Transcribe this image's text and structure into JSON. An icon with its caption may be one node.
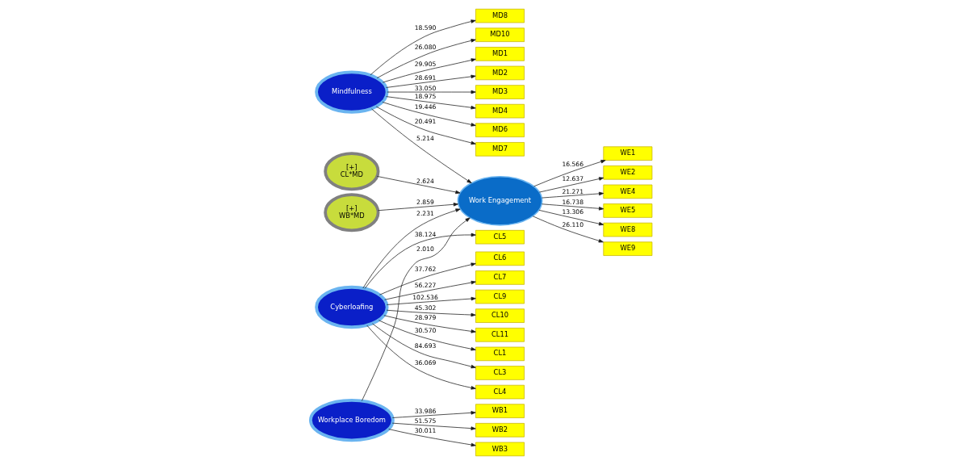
{
  "diagram": {
    "nodes": [
      {
        "text": [
          "MD1"
        ]
      },
      {
        "text": [
          "MD2"
        ]
      },
      {
        "text": [
          "MD3"
        ]
      },
      {
        "text": [
          "MD4"
        ]
      },
      {
        "text": [
          "MD6"
        ]
      },
      {
        "text": [
          "MD7"
        ]
      },
      {
        "text": [
          "MD8"
        ]
      },
      {
        "text": [
          "MD10"
        ]
      },
      {
        "text": [
          "[+]",
          "CL*MD"
        ]
      },
      {
        "text": [
          "WE1"
        ]
      },
      {
        "text": [
          "WE2"
        ]
      },
      {
        "text": [
          "WE4"
        ]
      },
      {
        "text": [
          "WE5"
        ]
      },
      {
        "text": [
          "WE8"
        ]
      },
      {
        "text": [
          "WE9"
        ]
      },
      {
        "text": [
          "Mindfulness"
        ]
      },
      {
        "text": [
          "Work Engagement"
        ]
      },
      {
        "text": [
          "CL1"
        ]
      },
      {
        "text": [
          "CL3"
        ]
      },
      {
        "text": [
          "CL4"
        ]
      },
      {
        "text": [
          "CL5"
        ]
      },
      {
        "text": [
          "CL6"
        ]
      },
      {
        "text": [
          "CL7"
        ]
      },
      {
        "text": [
          "CL9"
        ]
      },
      {
        "text": [
          "CL10"
        ]
      },
      {
        "text": [
          "CL11"
        ]
      },
      {
        "text": [
          "Cyberloafing"
        ]
      },
      {
        "text": [
          "[+]",
          "WB*MD"
        ]
      },
      {
        "text": [
          "Workplace Boredom"
        ]
      },
      {
        "text": [
          "WB1"
        ]
      },
      {
        "text": [
          "WB2"
        ]
      },
      {
        "text": [
          "WB3"
        ]
      }
    ],
    "edges": [
      {
        "from": 15,
        "to": 0,
        "arrow": "to",
        "label": "29.905"
      },
      {
        "from": 15,
        "to": 1,
        "arrow": "to",
        "label": "28.691"
      },
      {
        "from": 15,
        "to": 2,
        "arrow": "to",
        "label": "33.050"
      },
      {
        "from": 15,
        "to": 3,
        "arrow": "to",
        "label": "18.975"
      },
      {
        "from": 15,
        "to": 4,
        "arrow": "to",
        "label": "19.446"
      },
      {
        "from": 15,
        "to": 5,
        "arrow": "to",
        "label": "20.491"
      },
      {
        "from": 15,
        "to": 6,
        "arrow": "to",
        "label": "18.590"
      },
      {
        "from": 15,
        "to": 7,
        "arrow": "to",
        "label": "26.080"
      },
      {
        "from": 8,
        "to": 16,
        "arrow": "to",
        "label": "2.624"
      },
      {
        "from": 16,
        "to": 9,
        "arrow": "to",
        "label": "16.566"
      },
      {
        "from": 16,
        "to": 10,
        "arrow": "to",
        "label": "12.637"
      },
      {
        "from": 16,
        "to": 11,
        "arrow": "to",
        "label": "21.271"
      },
      {
        "from": 16,
        "to": 12,
        "arrow": "to",
        "label": "16.738"
      },
      {
        "from": 16,
        "to": 13,
        "arrow": "to",
        "label": "13.306"
      },
      {
        "from": 16,
        "to": 14,
        "arrow": "to",
        "label": "26.110"
      },
      {
        "from": 15,
        "to": 16,
        "arrow": "to",
        "label": "5.214"
      },
      {
        "from": 26,
        "to": 16,
        "arrow": "to",
        "label": "2.231"
      },
      {
        "from": 26,
        "to": 17,
        "arrow": "to",
        "label": "30.570"
      },
      {
        "from": 26,
        "to": 18,
        "arrow": "to",
        "label": "84.693"
      },
      {
        "from": 26,
        "to": 19,
        "arrow": "to",
        "label": "36.069"
      },
      {
        "from": 26,
        "to": 20,
        "arrow": "to",
        "label": "38.124"
      },
      {
        "from": 26,
        "to": 21,
        "arrow": "to",
        "label": "37.762"
      },
      {
        "from": 26,
        "to": 22,
        "arrow": "to",
        "label": "56.227"
      },
      {
        "from": 26,
        "to": 23,
        "arrow": "to",
        "label": "102.536"
      },
      {
        "from": 26,
        "to": 24,
        "arrow": "to",
        "label": "45.302"
      },
      {
        "from": 26,
        "to": 25,
        "arrow": "to",
        "label": "28.979"
      },
      {
        "from": 27,
        "to": 16,
        "arrow": "to",
        "label": "2.859"
      },
      {
        "from": 28,
        "to": 16,
        "arrow": "to",
        "label": "2.010"
      },
      {
        "from": 28,
        "to": 29,
        "arrow": "to",
        "label": "33.986"
      },
      {
        "from": 28,
        "to": 30,
        "arrow": "to",
        "label": "51.575"
      },
      {
        "from": 28,
        "to": 31,
        "arrow": "to",
        "label": "30.011"
      }
    ]
  }
}
